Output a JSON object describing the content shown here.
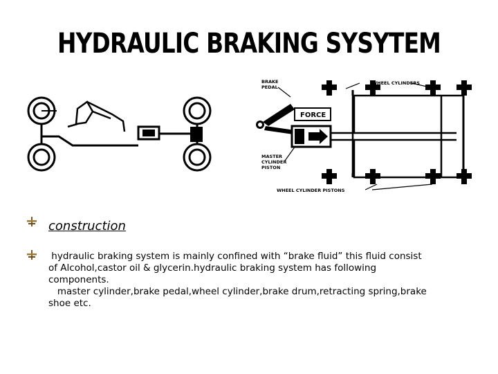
{
  "title": "HYDRAULIC BRAKING SYSYTEM",
  "diagram_labels": {
    "brake_pedal": "BRAKE PEDAL",
    "wheel_cylinders": "WHEEL CYLINDERS",
    "force": "FORCE",
    "master_cylinder_piston": "MASTER CYLINDER PISTON",
    "wheel_cylinder_pistons": "WHEEL CYLINDER PISTONS"
  },
  "bullets": {
    "heading": "construction",
    "body_lines": [
      " hydraulic braking system is mainly confined with “brake fluid” this fluid consist",
      "of Alcohol,castor oil & glycerin.hydraulic braking system has following",
      "components.",
      "   master cylinder,brake pedal,wheel cylinder,brake drum,retracting spring,brake",
      "shoe etc."
    ]
  },
  "colors": {
    "bullet_icon": "#7a5a2a"
  }
}
